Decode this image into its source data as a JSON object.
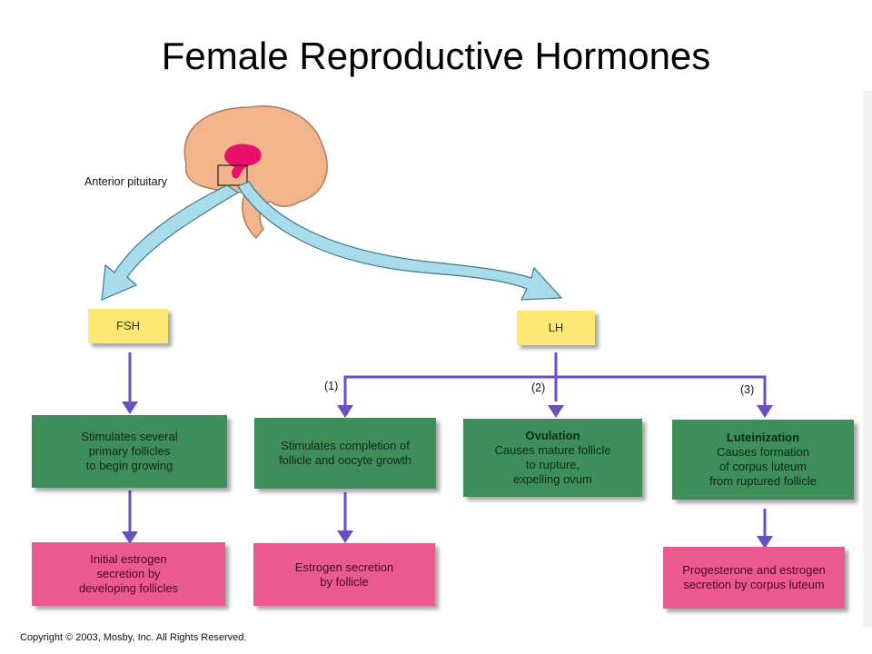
{
  "title": "Female Reproductive Hormones",
  "brain": {
    "label": "Anterior pituitary"
  },
  "hormones": {
    "fsh": "FSH",
    "lh": "LH"
  },
  "branches": {
    "b1": "(1)",
    "b2": "(2)",
    "b3": "(3)"
  },
  "fsh_effect": {
    "lines": [
      "Stimulates several",
      "primary follicles",
      "to begin growing"
    ]
  },
  "fsh_result": {
    "lines": [
      "Initial estrogen",
      "secretion by",
      "developing follicles"
    ]
  },
  "lh_effect_1": {
    "lines": [
      "Stimulates completion of",
      "follicle and oocyte growth"
    ]
  },
  "lh_result_1": {
    "lines": [
      "Estrogen secretion",
      "by follicle"
    ]
  },
  "lh_effect_2": {
    "heading": "Ovulation",
    "lines": [
      "Causes mature follicle",
      "to rupture,",
      "expelling ovum"
    ]
  },
  "lh_effect_3": {
    "heading": "Luteinization",
    "lines": [
      "Causes formation",
      "of corpus luteum",
      "from ruptured follicle"
    ]
  },
  "lh_result_3": {
    "lines": [
      "Progesterone and estrogen",
      "secretion by corpus luteum"
    ]
  },
  "copyright": "Copyright © 2003, Mosby, Inc. All Rights Reserved.",
  "colors": {
    "arrow_purple": "#6a4fbf",
    "box_green": "#3d8e5b",
    "box_pink": "#ea5a8e",
    "box_yellow": "#fde873",
    "brain": "#f2b48a",
    "pituitary": "#e8106a",
    "flow_arrow": "#a9dcea"
  }
}
